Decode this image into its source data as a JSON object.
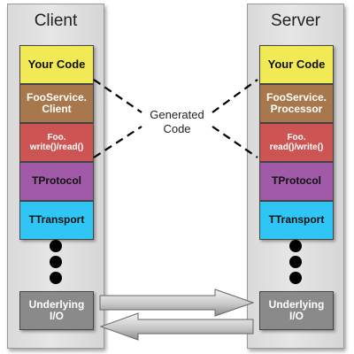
{
  "client": {
    "title": "Client",
    "layers": {
      "your_code": "Your Code",
      "service": [
        "FooService.",
        "Client"
      ],
      "methods": [
        "Foo.",
        "write()/read()"
      ],
      "protocol": "TProtocol",
      "transport": "TTransport",
      "io": [
        "Underlying",
        "I/O"
      ]
    }
  },
  "server": {
    "title": "Server",
    "layers": {
      "your_code": "Your Code",
      "service": [
        "FooService.",
        "Processor"
      ],
      "methods": [
        "Foo.",
        "read()/write()"
      ],
      "protocol": "TProtocol",
      "transport": "TTransport",
      "io": [
        "Underlying",
        "I/O"
      ]
    }
  },
  "annotation": [
    "Generated",
    "Code"
  ],
  "colors": {
    "your_code": "#f2ea54",
    "service": "#a8784c",
    "methods": "#cc5553",
    "protocol": "#a05aa8",
    "transport": "#2fc6f6",
    "io": "#8a8a8a"
  }
}
